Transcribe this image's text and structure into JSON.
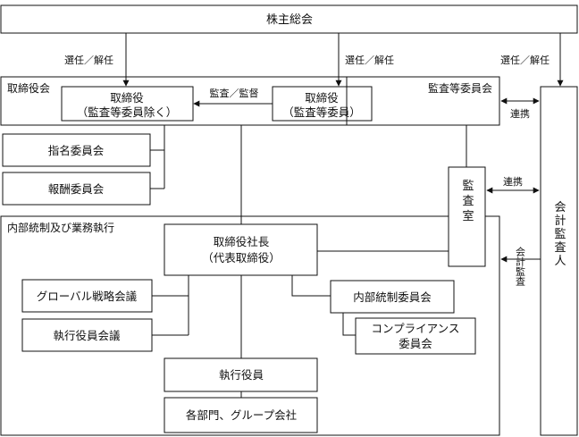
{
  "nodes": {
    "shareholders_meeting": "株主総会",
    "board_label": "取締役会",
    "directors_excl": [
      "取締役",
      "（監査等委員除く）"
    ],
    "directors_ac": [
      "取締役",
      "（監査等委員）"
    ],
    "audit_committee": "監査等委員会",
    "nomination_committee": "指名委員会",
    "remuneration_committee": "報酬委員会",
    "internal_control_label": "内部統制及び業務執行",
    "president": [
      "取締役社長",
      "（代表取締役）"
    ],
    "global_strategy": "グローバル戦略会議",
    "exec_officers_meeting": "執行役員会議",
    "internal_control_committee": "内部統制委員会",
    "compliance_committee": [
      "コンプライアンス",
      "委員会"
    ],
    "exec_officers": "執行役員",
    "departments": "各部門、グループ会社",
    "audit_office": "監査室",
    "accounting_auditor": "会計監査人"
  },
  "labels": {
    "appoint_1": "選任／解任",
    "appoint_2": "選任／解任",
    "appoint_3": "選任／解任",
    "audit_supervise": "監査／監督",
    "coop_1": "連携",
    "coop_2": "連携",
    "accounting_audit": "会計監査"
  }
}
